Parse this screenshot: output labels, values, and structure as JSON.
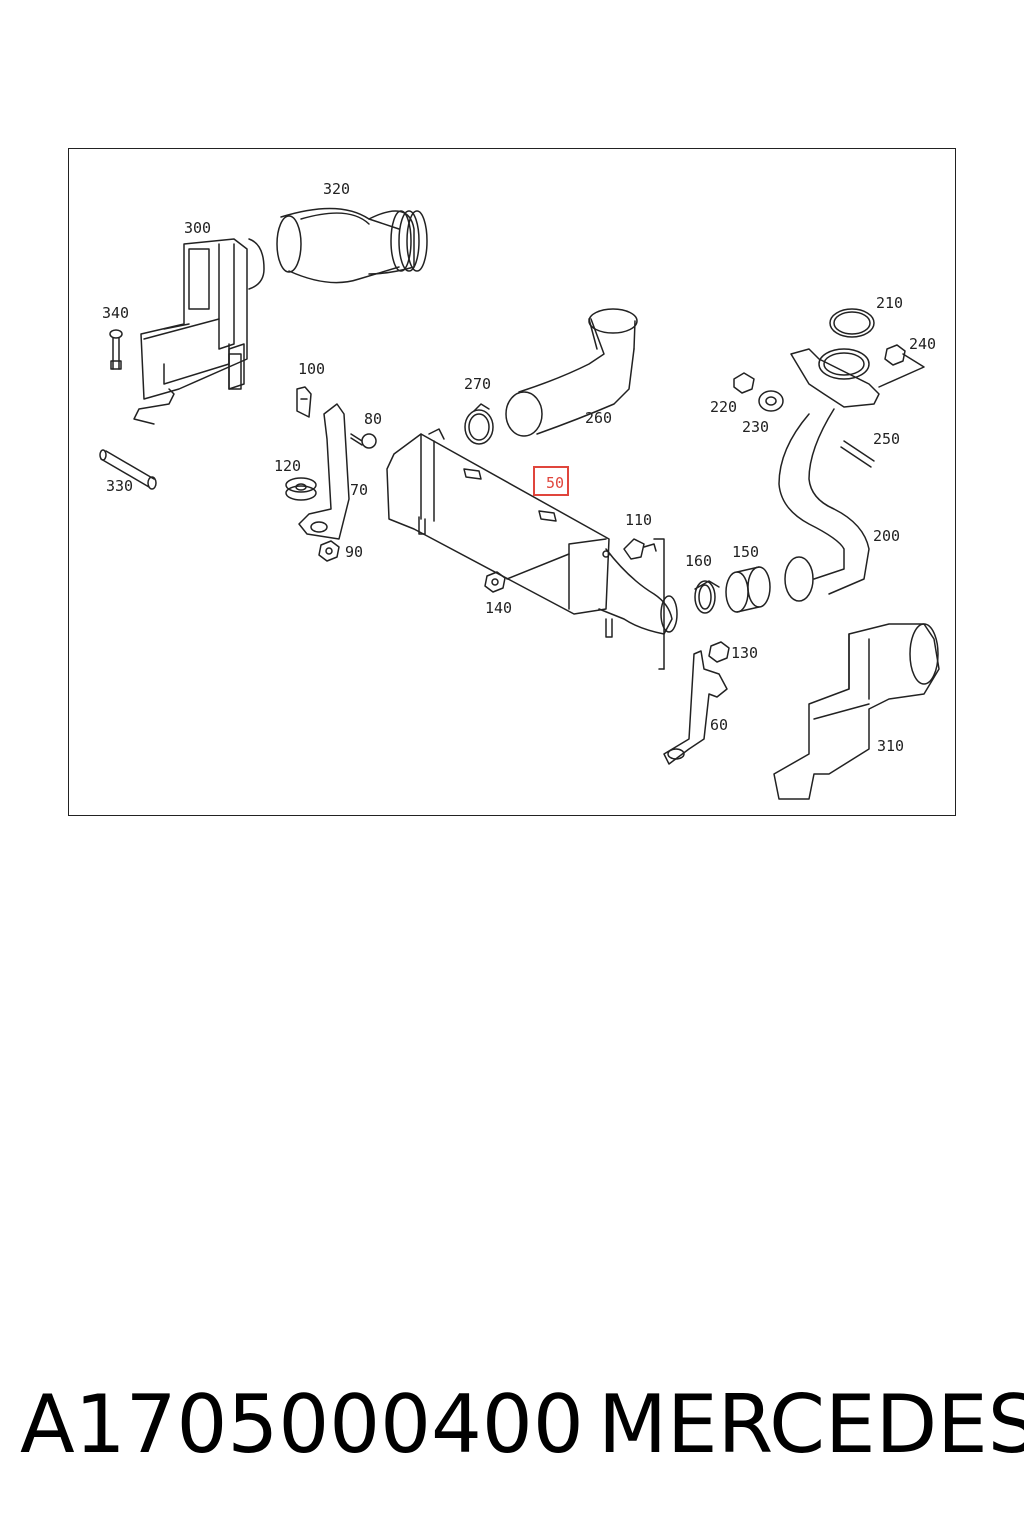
{
  "diagram": {
    "callouts": {
      "c320": "320",
      "c300": "300",
      "c340": "340",
      "c330": "330",
      "c100": "100",
      "c80": "80",
      "c120": "120",
      "c70": "70",
      "c90": "90",
      "c270": "270",
      "c260": "260",
      "c50": "50",
      "c110": "110",
      "c140": "140",
      "c160": "160",
      "c150": "150",
      "c130": "130",
      "c60": "60",
      "c210": "210",
      "c240": "240",
      "c220": "220",
      "c230": "230",
      "c250": "250",
      "c200": "200",
      "c310": "310"
    },
    "highlighted_callout": "50",
    "highlight_color": "#e0453c"
  },
  "footer": {
    "part_number": "A1705000400",
    "brand": "MERCEDES"
  }
}
